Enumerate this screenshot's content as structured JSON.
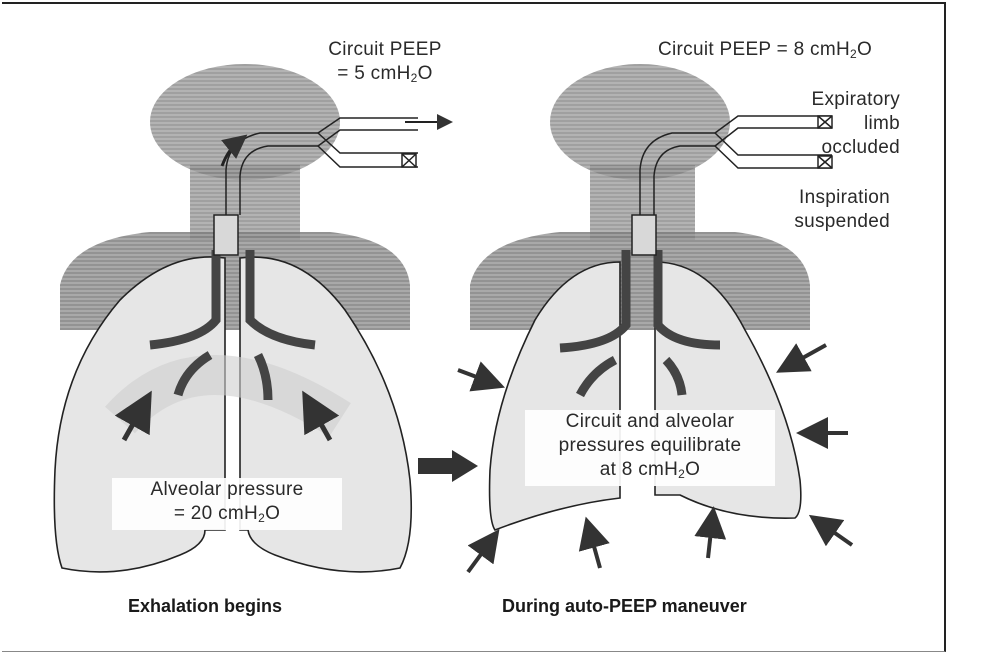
{
  "left_panel": {
    "circuit_peep_line1": "Circuit PEEP",
    "circuit_peep_line2": "= 5 cmH",
    "circuit_peep_line2_sub": "2",
    "circuit_peep_line2_tail": "O",
    "alveolar_line1": "Alveolar pressure",
    "alveolar_line2": "= 20 cmH",
    "alveolar_line2_sub": "2",
    "alveolar_line2_tail": "O",
    "caption": "Exhalation begins"
  },
  "right_panel": {
    "circuit_peep": "Circuit PEEP = 8 cmH",
    "circuit_peep_sub": "2",
    "circuit_peep_tail": "O",
    "expiratory_line1": "Expiratory",
    "expiratory_line2": "limb",
    "expiratory_line3": "occluded",
    "inspiration_line1": "Inspiration",
    "inspiration_line2": "suspended",
    "equilibrate_line1": "Circuit and alveolar",
    "equilibrate_line2": "pressures equilibrate",
    "equilibrate_line3": "at 8 cmH",
    "equilibrate_line3_sub": "2",
    "equilibrate_line3_tail": "O",
    "caption": "During auto-PEEP maneuver"
  },
  "colors": {
    "shade": "#8e8e8e",
    "stroke": "#222222",
    "lung_fill": "#e6e6e6"
  }
}
